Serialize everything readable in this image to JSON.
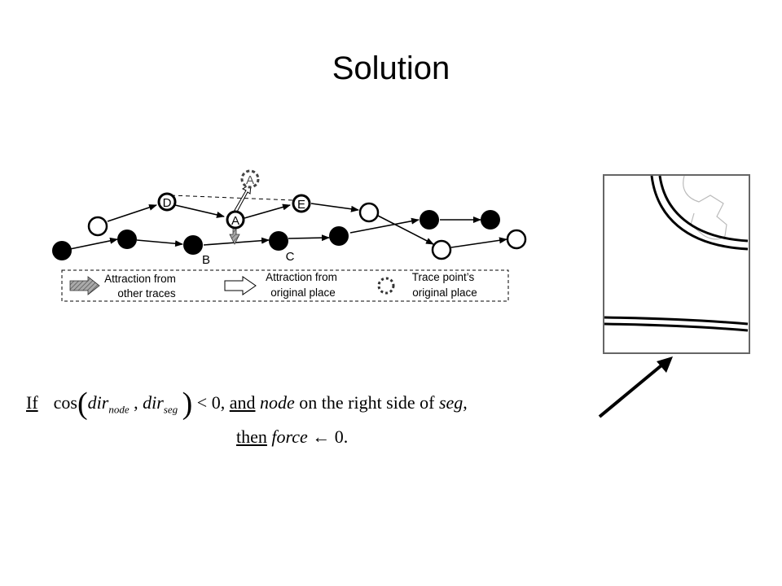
{
  "slide": {
    "title": "Solution"
  },
  "diagram": {
    "node_labels": {
      "d": "D",
      "e": "E",
      "a_original": "A",
      "a_current": "A",
      "b": "B",
      "c": "C"
    },
    "legend": [
      {
        "icon": "hatched-arrow-icon",
        "line1": "Attraction from",
        "line2": "other traces"
      },
      {
        "icon": "white-arrow-icon",
        "line1": "Attraction from",
        "line2": "original place"
      },
      {
        "icon": "dashed-circle-icon",
        "line1": "Trace point’s",
        "line2": "original place"
      }
    ]
  },
  "formula": {
    "line1": {
      "if": "If",
      "cos": "cos",
      "dir1": "dir",
      "sub1": "node",
      "comma": ",",
      "dir2": "dir",
      "sub2": "seg",
      "lt": "< 0,",
      "and": "and",
      "node": "node",
      "text": "on the right side of",
      "seg": "seg",
      "end": ","
    },
    "line2": {
      "then": "then",
      "force": "force",
      "assign": "← 0."
    }
  }
}
